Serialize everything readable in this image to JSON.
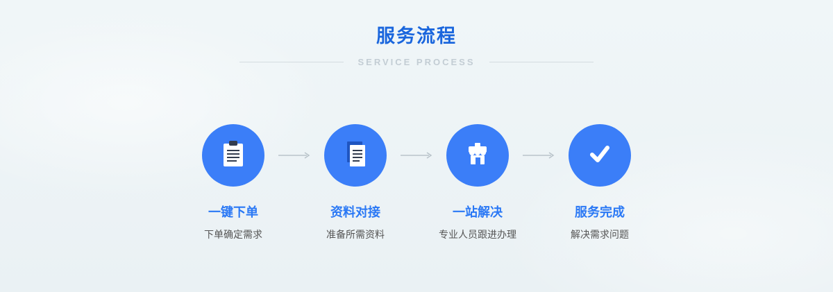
{
  "header": {
    "title": "服务流程",
    "subtitle": "SERVICE PROCESS"
  },
  "steps": [
    {
      "title": "一键下单",
      "desc": "下单确定需求",
      "icon": "clipboard-icon"
    },
    {
      "title": "资料对接",
      "desc": "准备所需资料",
      "icon": "documents-icon"
    },
    {
      "title": "一站解决",
      "desc": "专业人员跟进办理",
      "icon": "storefront-icon"
    },
    {
      "title": "服务完成",
      "desc": "解决需求问题",
      "icon": "checkmark-icon"
    }
  ],
  "colors": {
    "accent_blue": "#3b7ef8",
    "title_blue": "#1a66dd",
    "step_title_blue": "#2a78f5",
    "subtitle_grey": "#c3cdd4",
    "desc_grey": "#555555",
    "arrow_grey": "#b9c3ca",
    "icon_dark": "#333c4e",
    "background": "#eef3f6"
  }
}
